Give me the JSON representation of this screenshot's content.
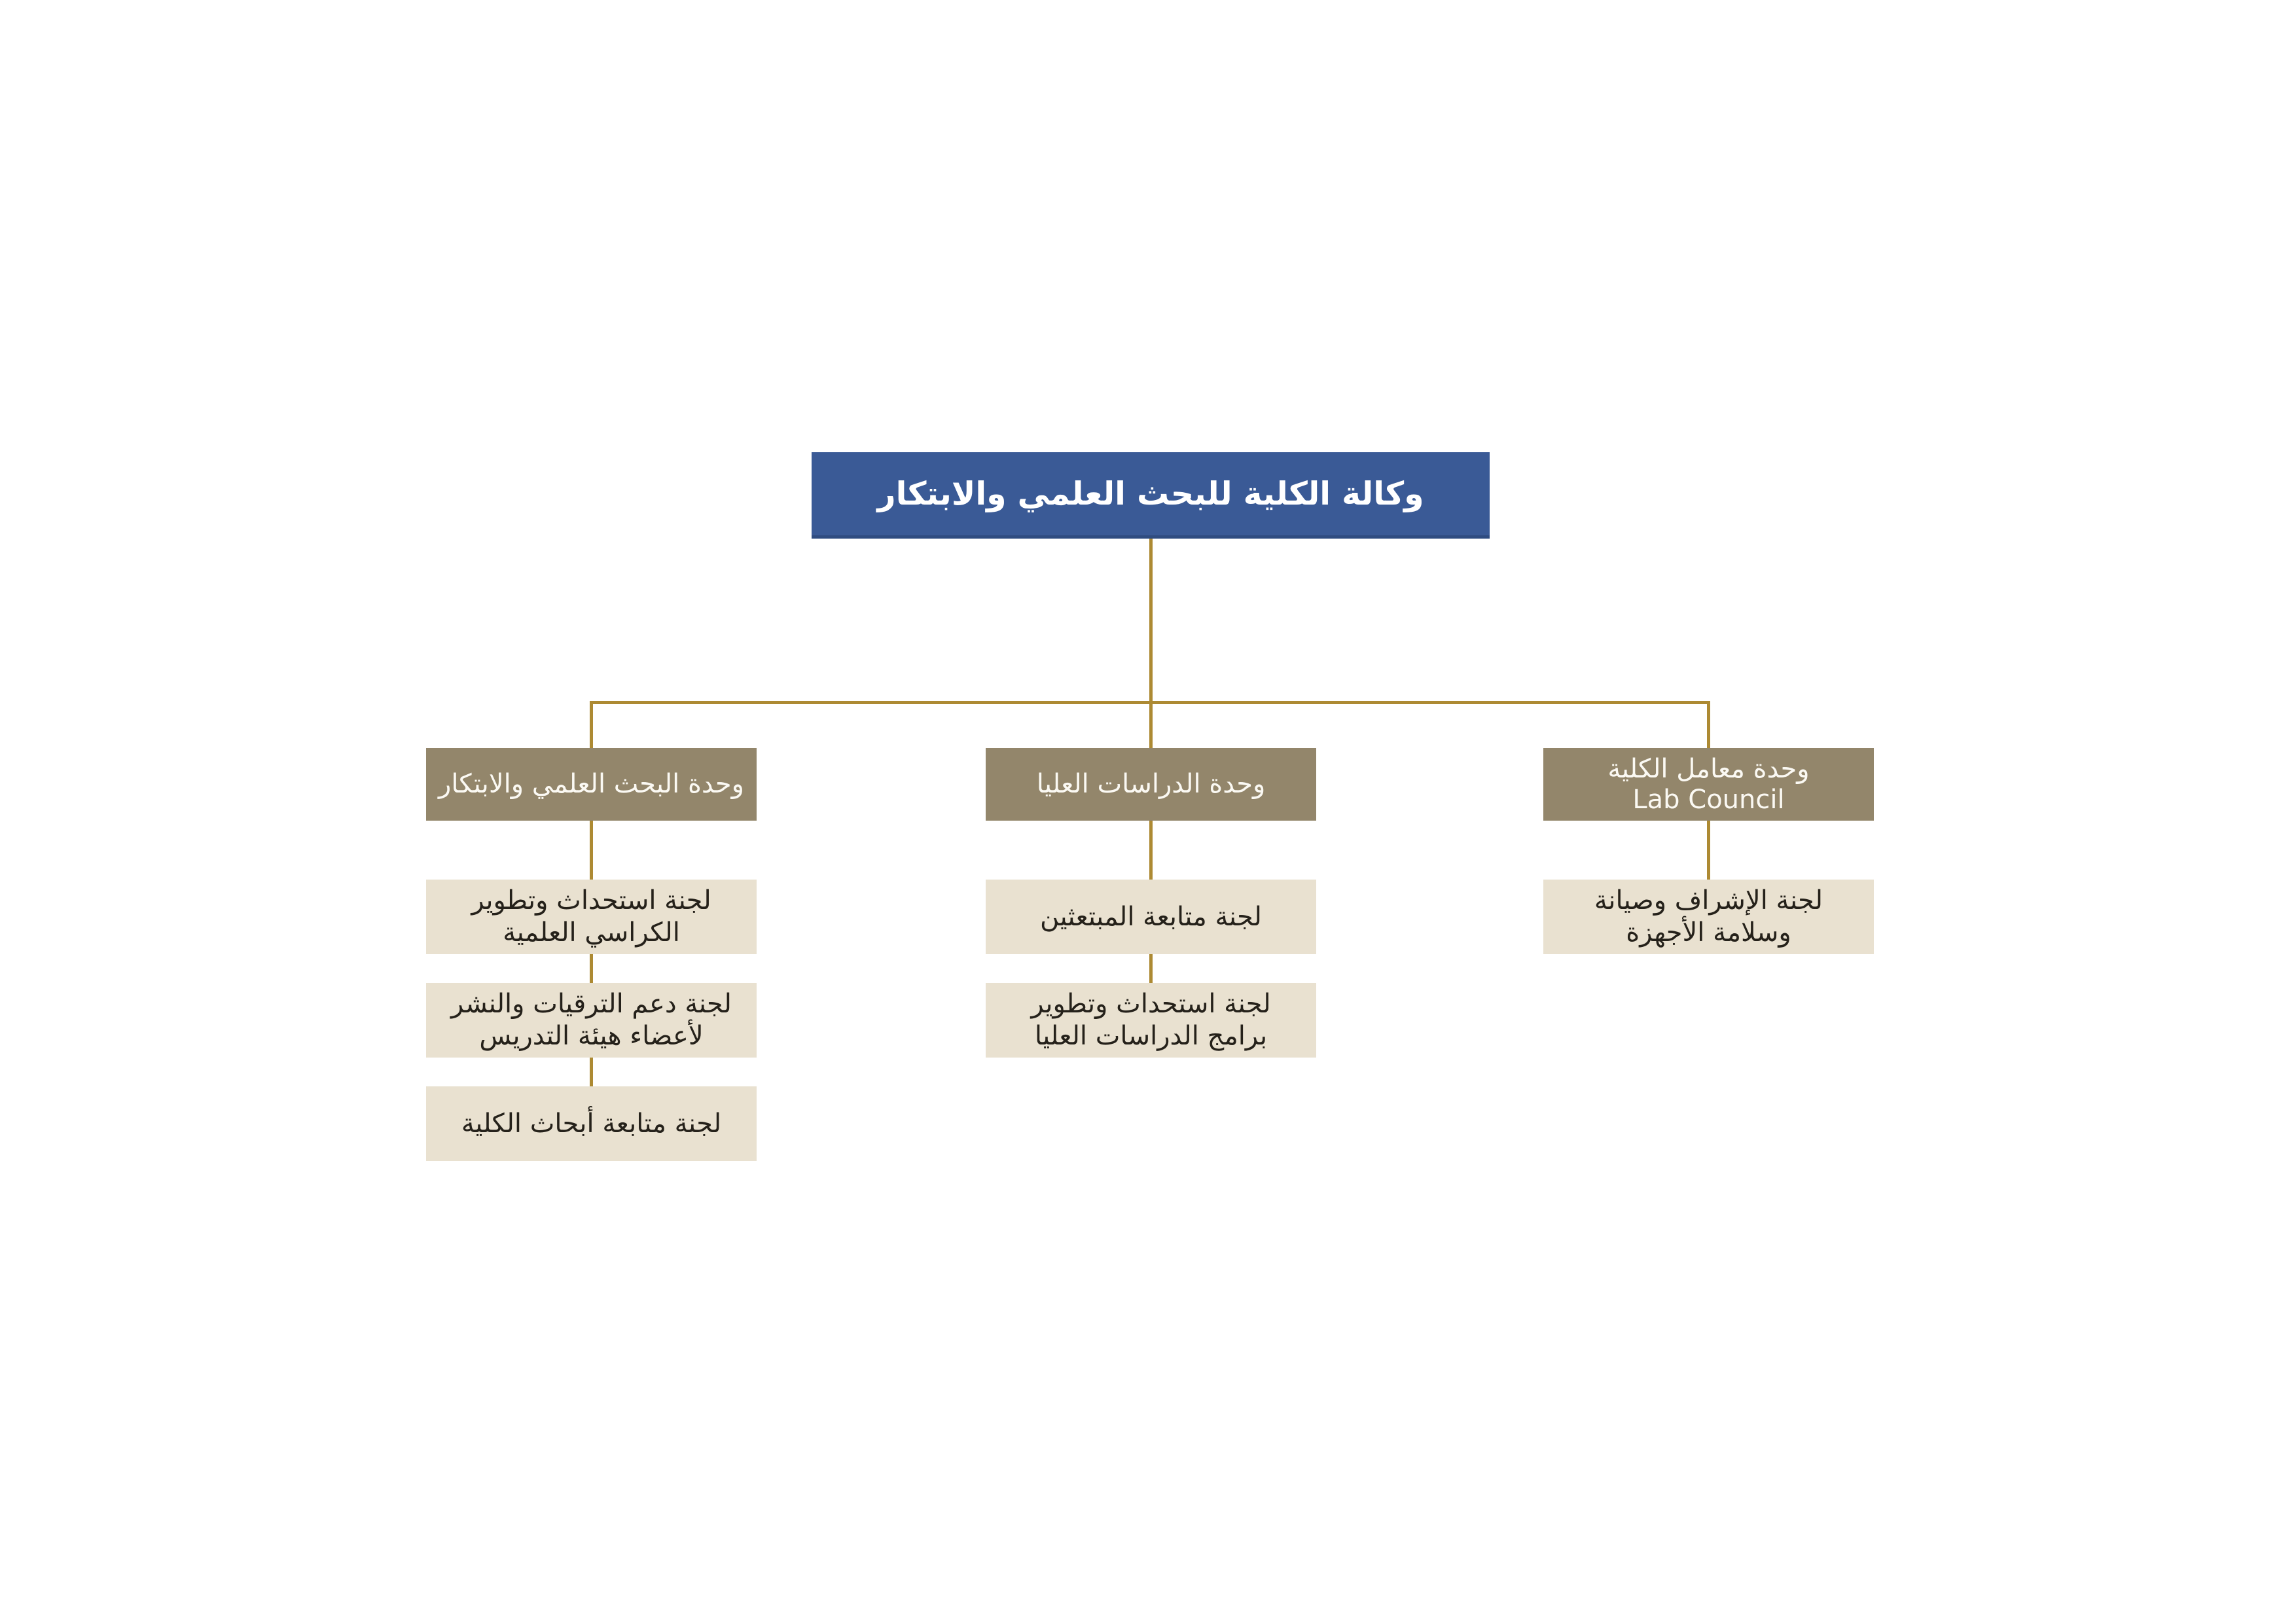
{
  "diagram": {
    "type": "org-chart",
    "colors": {
      "root_bg": "#3A5A96",
      "root_border": "#2F4C80",
      "unit_bg": "#93866B",
      "committee_bg": "#E9E1D0",
      "connector": "#AD8A33",
      "committee_text": "#25211A",
      "unit_text": "#FBF9F3"
    },
    "root": {
      "title": "وكالة الكلية للبحث العلمي والابتكار"
    },
    "units": [
      {
        "name_line1": "وحدة البحث العلمي والابتكار",
        "committees": [
          {
            "line1": "لجنة استحداث وتطوير",
            "line2": "الكراسي العلمية"
          },
          {
            "line1": "لجنة دعم الترقيات والنشر",
            "line2": "لأعضاء هيئة التدريس"
          },
          {
            "line1": "لجنة متابعة أبحاث الكلية"
          }
        ]
      },
      {
        "name_line1": "وحدة الدراسات العليا",
        "committees": [
          {
            "line1": "لجنة متابعة المبتعثين"
          },
          {
            "line1": "لجنة استحداث وتطوير",
            "line2": "برامج الدراسات العليا"
          }
        ]
      },
      {
        "name_line1": "وحدة معامل الكلية",
        "name_line2": "Lab Council",
        "committees": [
          {
            "line1": "لجنة الإشراف وصيانة",
            "line2": "وسلامة الأجهزة"
          }
        ]
      }
    ]
  }
}
